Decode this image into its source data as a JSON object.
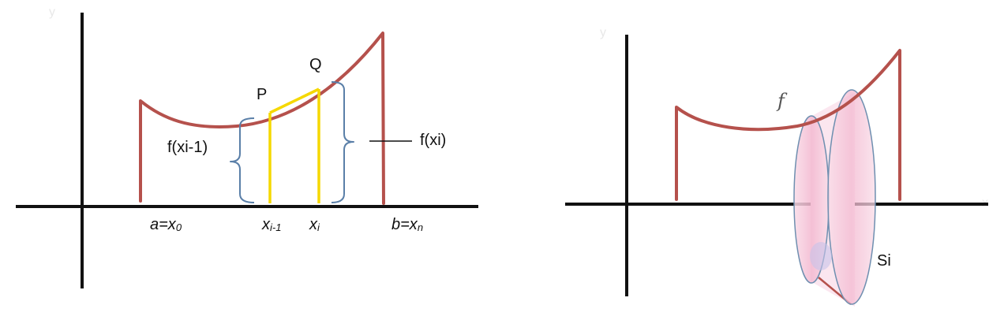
{
  "left_figure": {
    "point_labels": {
      "p": "P",
      "q": "Q"
    },
    "brace_labels": {
      "f_prev": "f(xi-1)",
      "f_cur": "f(xi)"
    },
    "x_labels": {
      "a_main": "a=x",
      "a_sub": "0",
      "xprev_main": "x",
      "xprev_sub": "i-1",
      "xi_main": "x",
      "xi_sub": "i",
      "b_main": "b=x",
      "b_sub": "n"
    }
  },
  "right_figure": {
    "function_label": "f",
    "slice_label": "Si"
  },
  "colors": {
    "curve": "#b5514c",
    "axis": "#111111",
    "segment": "#f5d800",
    "brace": "#5a7fa8",
    "disk_fill": "#f6c9dc",
    "disk_edge": "#6f8fb0"
  }
}
